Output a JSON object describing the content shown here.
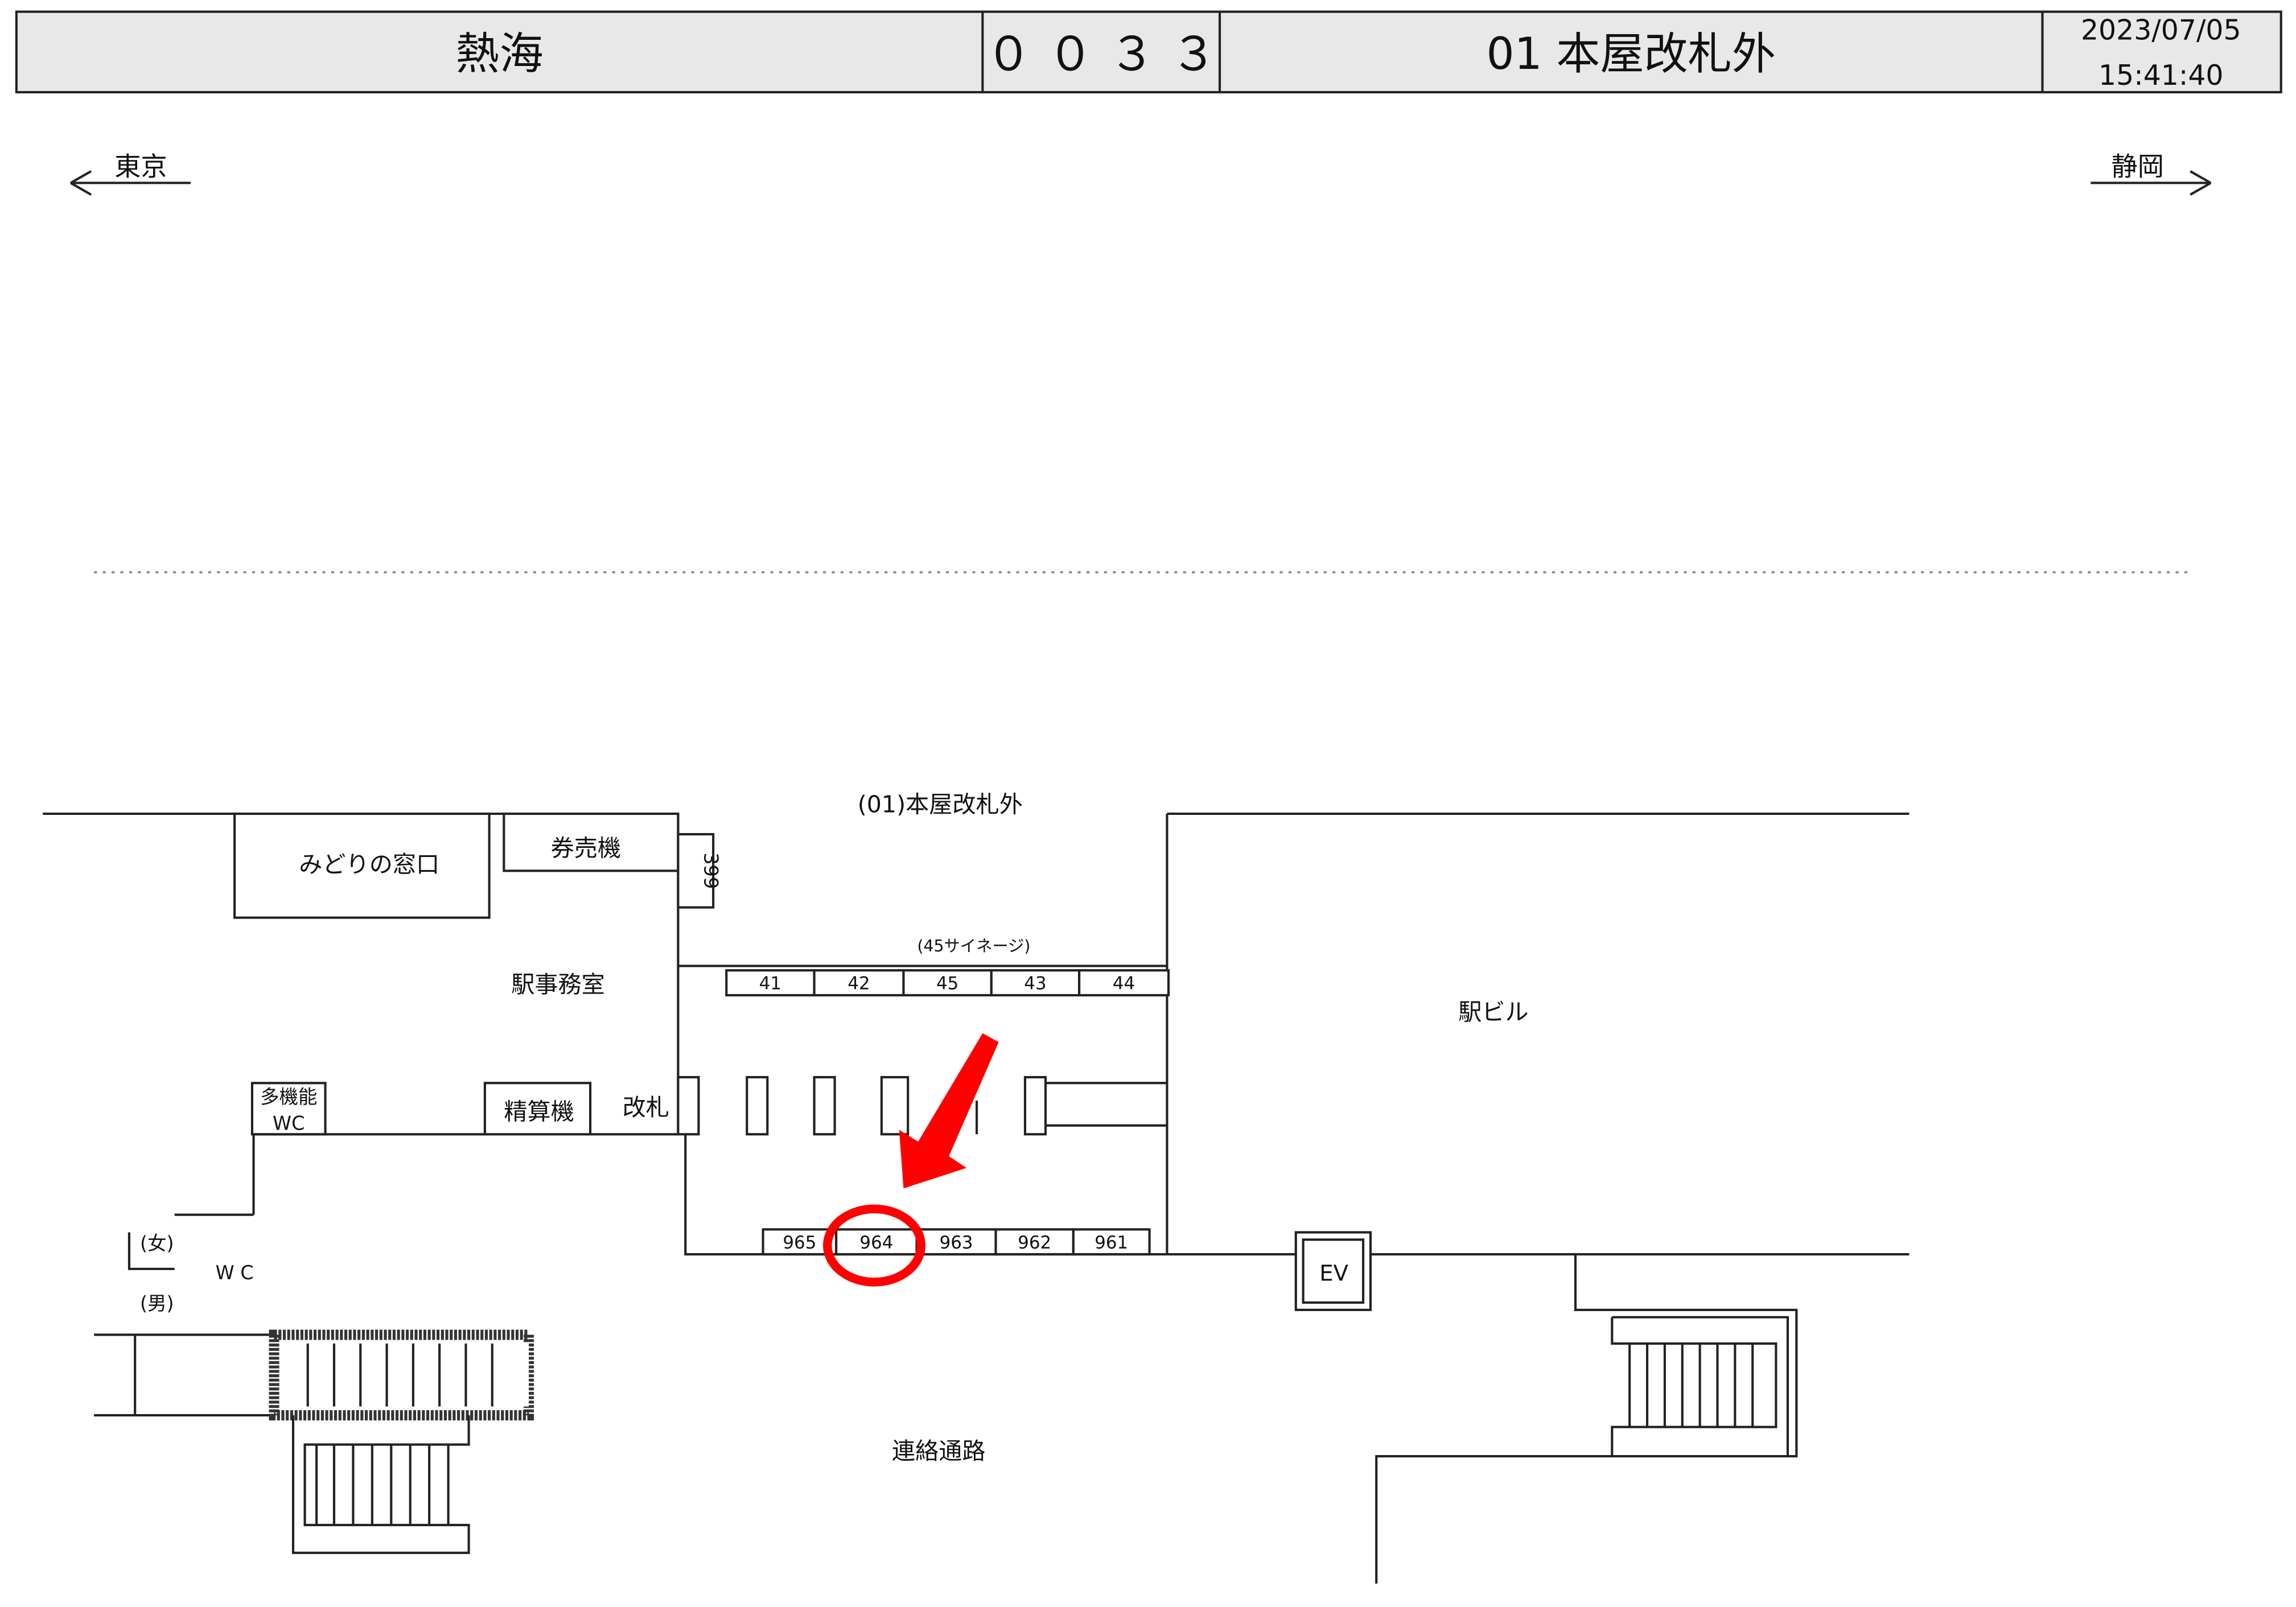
{
  "header": {
    "station": "熱海",
    "code": "０ ０ ３ ３",
    "area": "01  本屋改札外",
    "date": "2023/07/05",
    "time": "15:41:40"
  },
  "directions": {
    "left": "東京",
    "right": "静岡"
  },
  "map": {
    "area_title": "(01)本屋改札外",
    "midori": "みどりの窓口",
    "ticket_machine": "券売機",
    "id_399": "399",
    "office": "駅事務室",
    "signage_label": "(45サイネージ)",
    "upper_boards": [
      "41",
      "42",
      "45",
      "43",
      "44"
    ],
    "lower_boards": [
      "965",
      "964",
      "963",
      "962",
      "961"
    ],
    "highlighted_board": "964",
    "multi_wc_1": "多機能",
    "multi_wc_2": "WC",
    "fare_adjust": "精算機",
    "gate": "改札",
    "women": "(女)",
    "men": "(男)",
    "wc": "W C",
    "station_bldg": "駅ビル",
    "ev": "EV",
    "passage": "連絡通路"
  },
  "colors": {
    "highlight": "#ff0000",
    "header_bg": "#e8e8e8"
  }
}
